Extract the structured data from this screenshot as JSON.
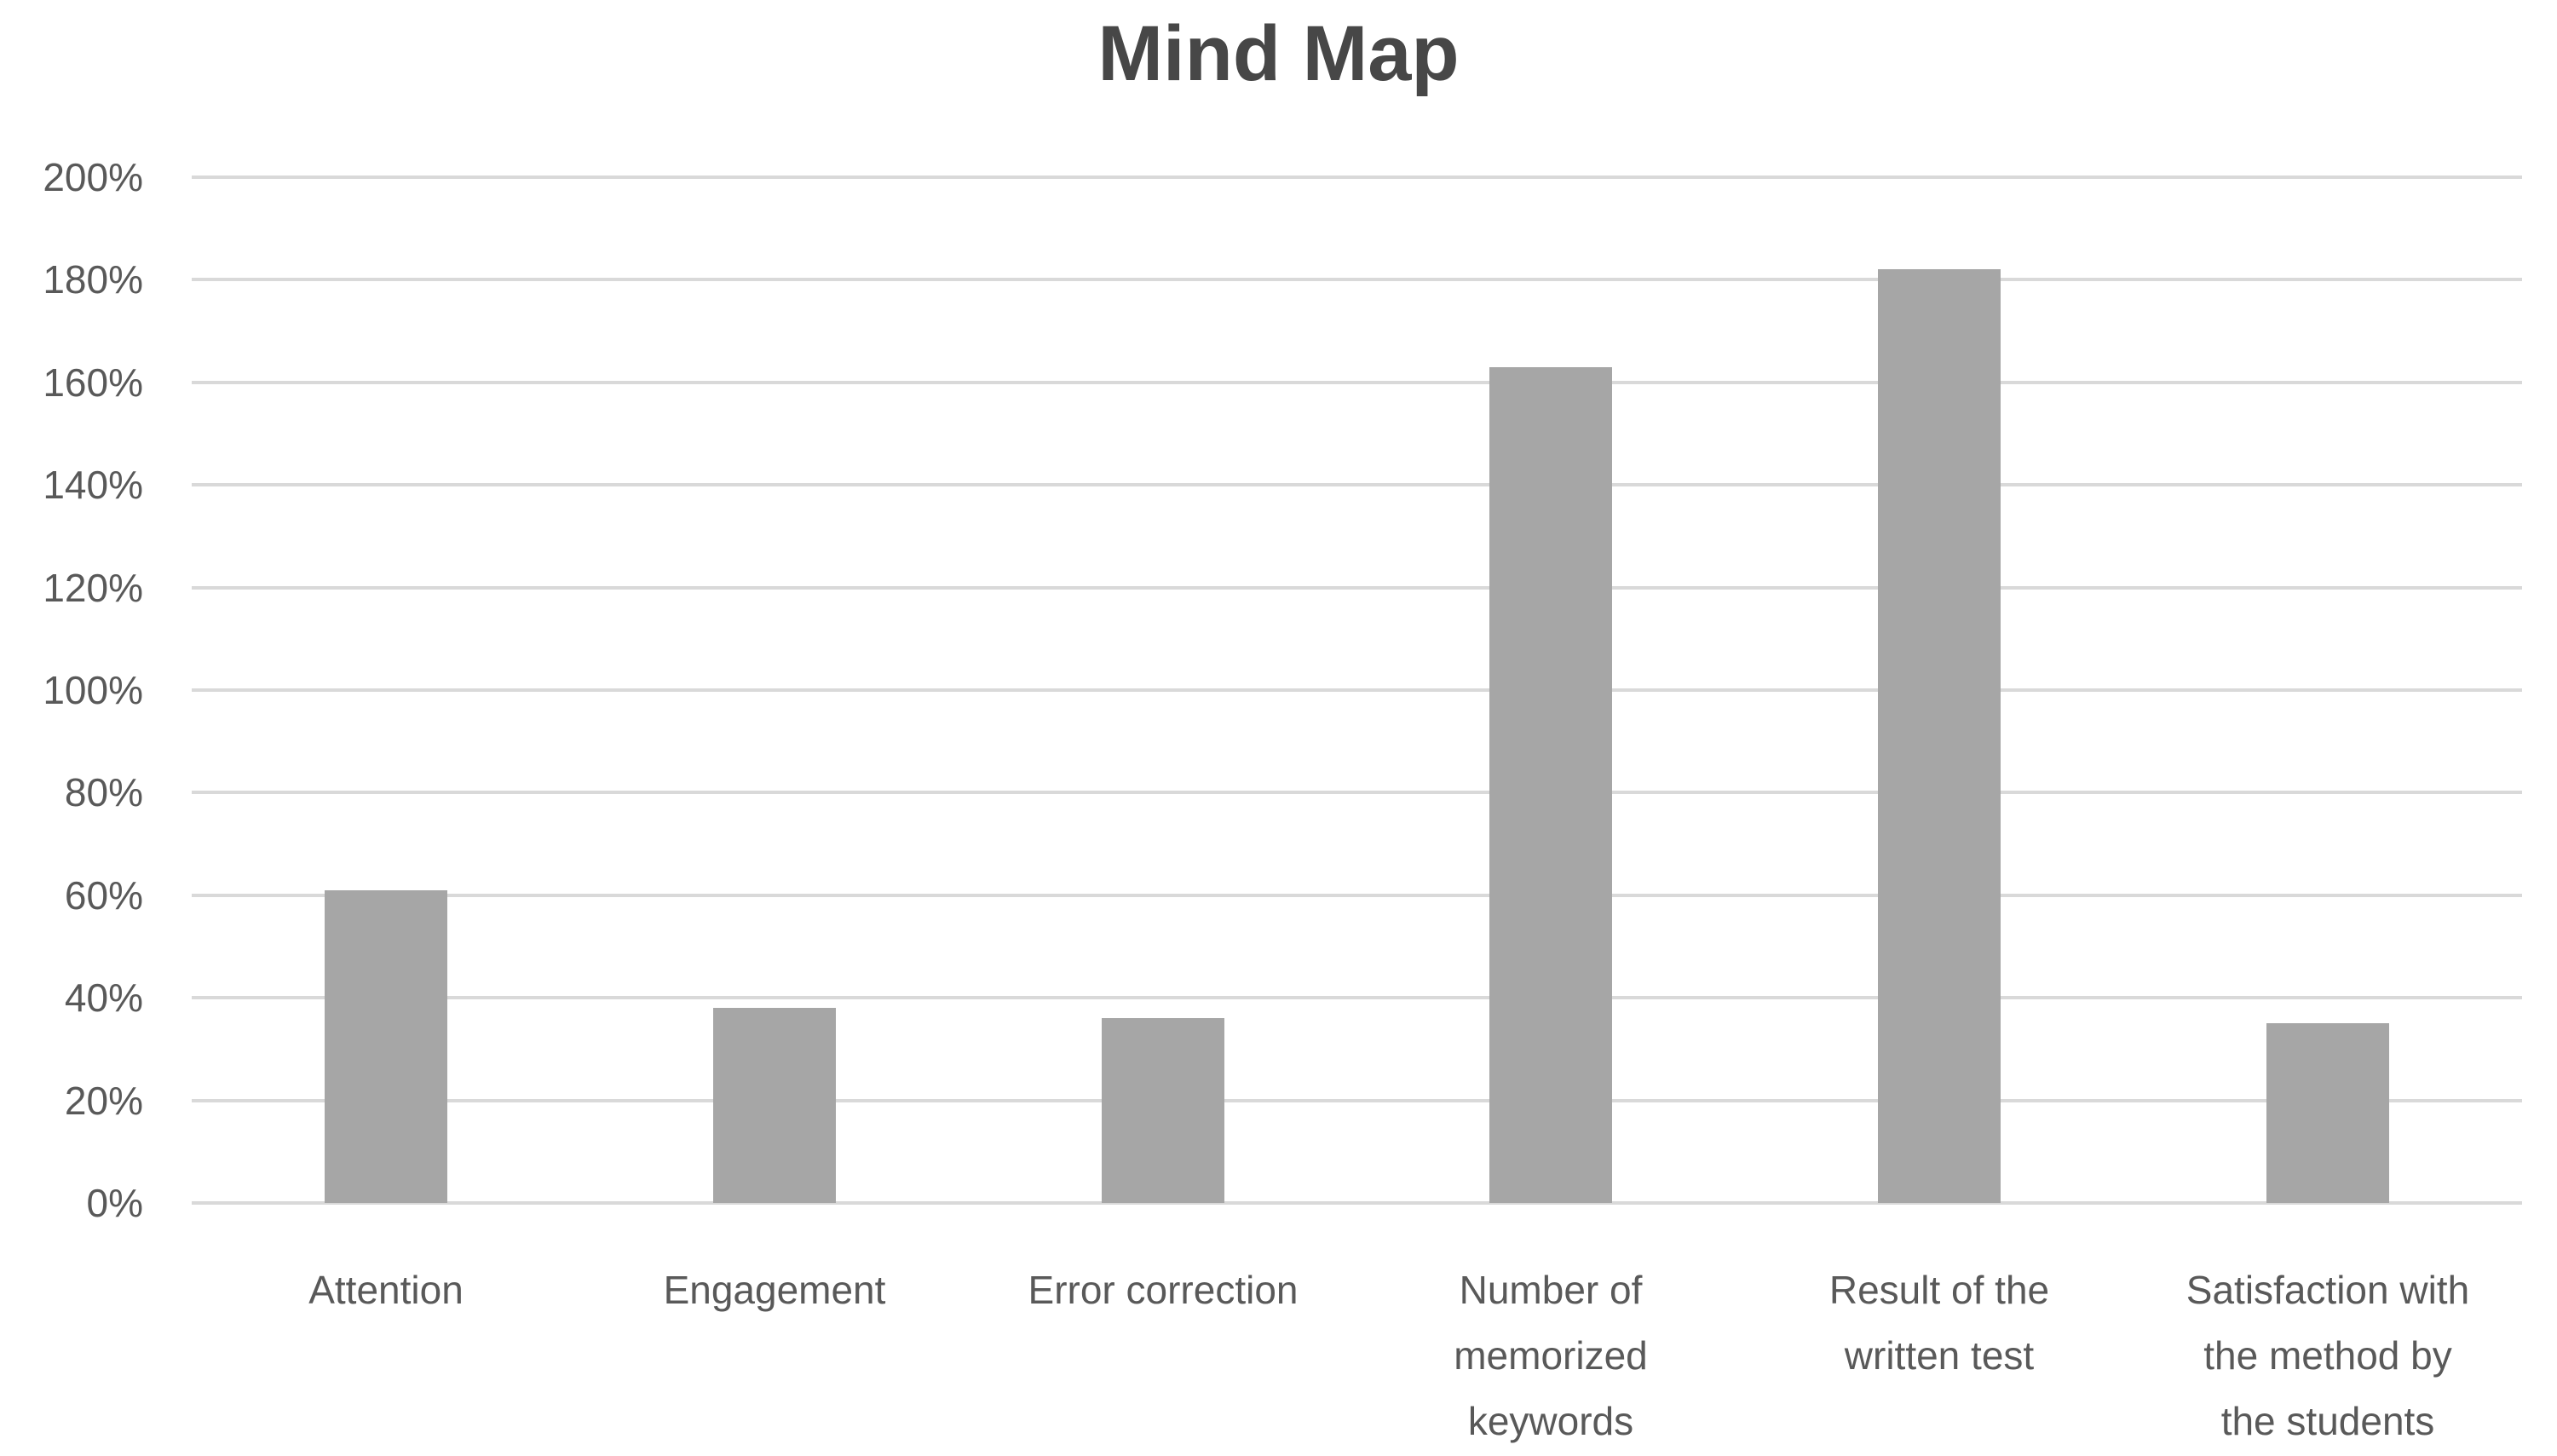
{
  "chart_data": {
    "type": "bar",
    "title": "Mind Map",
    "categories": [
      "Attention",
      "Engagement",
      "Error correction",
      "Number of\nmemorized\nkeywords",
      "Result of the\nwritten test",
      "Satisfaction with\nthe method by\nthe students"
    ],
    "values": [
      61,
      38,
      36,
      163,
      182,
      35
    ],
    "unit": "%",
    "xlabel": "",
    "ylabel": "",
    "ylim": [
      0,
      200
    ],
    "ytick_step": 20,
    "yticks": [
      "0%",
      "20%",
      "40%",
      "60%",
      "80%",
      "100%",
      "120%",
      "140%",
      "160%",
      "180%",
      "200%"
    ],
    "grid": "horizontal",
    "legend_position": "none",
    "data_labels": "none",
    "colors": {
      "bar_fill": "#a6a6a6",
      "gridline": "#d9d9d9",
      "tick_text": "#595959",
      "title_text": "#474747",
      "background": "#ffffff"
    }
  }
}
